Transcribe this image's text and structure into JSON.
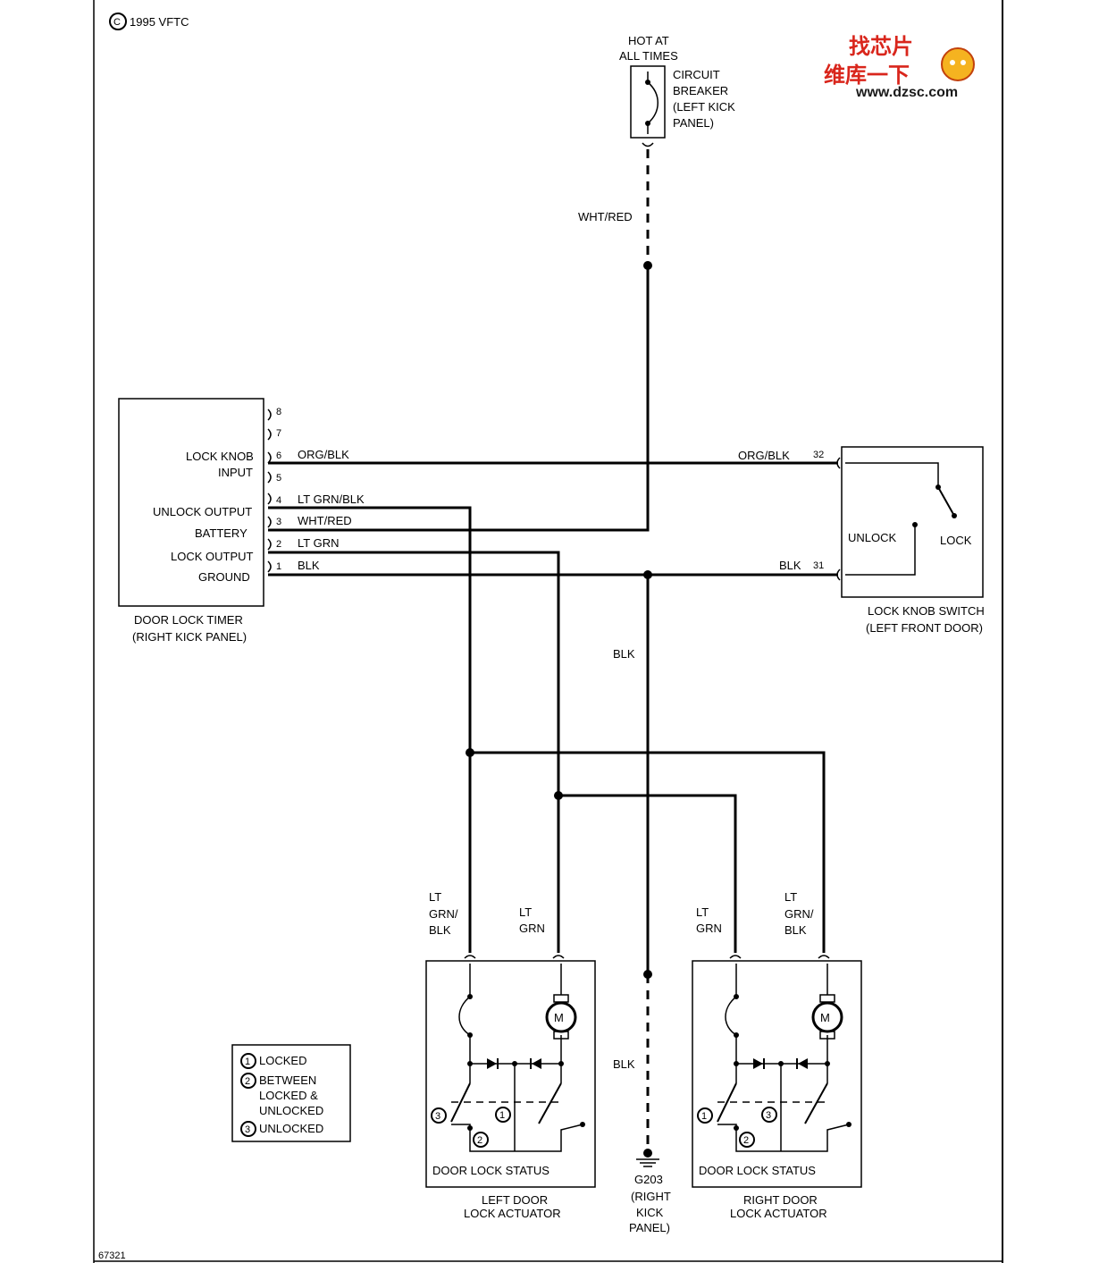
{
  "copyright": "1995 VFTC",
  "figure_id": "67321",
  "watermark": {
    "top": "找芯片",
    "middle": "维库一下",
    "url": "www.dzsc.com"
  },
  "power": {
    "hot": [
      "HOT AT",
      "ALL TIMES"
    ],
    "breaker": [
      "CIRCUIT",
      "BREAKER",
      "(LEFT KICK",
      "PANEL)"
    ],
    "wire": "WHT/RED"
  },
  "timer": {
    "title": [
      "DOOR LOCK TIMER",
      "(RIGHT KICK PANEL)"
    ],
    "pins": [
      {
        "num": "8",
        "label": "",
        "wire": ""
      },
      {
        "num": "7",
        "label": "",
        "wire": ""
      },
      {
        "num": "6",
        "label": "LOCK KNOB",
        "label2": "INPUT",
        "wire": "ORG/BLK"
      },
      {
        "num": "5",
        "label": "",
        "wire": ""
      },
      {
        "num": "4",
        "label": "UNLOCK OUTPUT",
        "wire": "LT GRN/BLK"
      },
      {
        "num": "3",
        "label": "BATTERY",
        "wire": "WHT/RED"
      },
      {
        "num": "2",
        "label": "LOCK OUTPUT",
        "wire": "LT GRN"
      },
      {
        "num": "1",
        "label": "GROUND",
        "wire": "BLK"
      }
    ]
  },
  "switch": {
    "title": [
      "LOCK KNOB SWITCH",
      "(LEFT FRONT DOOR)"
    ],
    "pin_top": {
      "num": "32",
      "wire": "ORG/BLK"
    },
    "pin_bottom": {
      "num": "31",
      "wire": "BLK"
    },
    "unlock": "UNLOCK",
    "lock": "LOCK"
  },
  "ground": {
    "wire_upper": "BLK",
    "wire_lower": "BLK",
    "name": [
      "G203",
      "(RIGHT",
      "KICK",
      "PANEL)"
    ]
  },
  "left_actuator": {
    "title": [
      "LEFT DOOR",
      "LOCK ACTUATOR"
    ],
    "status": "DOOR LOCK STATUS",
    "wire_a": [
      "LT",
      "GRN/",
      "BLK"
    ],
    "wire_b": [
      "LT",
      "GRN"
    ],
    "motor": "M",
    "positions": [
      "3",
      "2",
      "1"
    ]
  },
  "right_actuator": {
    "title": [
      "RIGHT DOOR",
      "LOCK ACTUATOR"
    ],
    "status": "DOOR LOCK STATUS",
    "wire_a": [
      "LT",
      "GRN"
    ],
    "wire_b": [
      "LT",
      "GRN/",
      "BLK"
    ],
    "motor": "M",
    "positions": [
      "1",
      "2",
      "3"
    ]
  },
  "legend": [
    {
      "num": "1",
      "text": [
        "LOCKED"
      ]
    },
    {
      "num": "2",
      "text": [
        "BETWEEN",
        "LOCKED &",
        "UNLOCKED"
      ]
    },
    {
      "num": "3",
      "text": [
        "UNLOCKED"
      ]
    }
  ]
}
